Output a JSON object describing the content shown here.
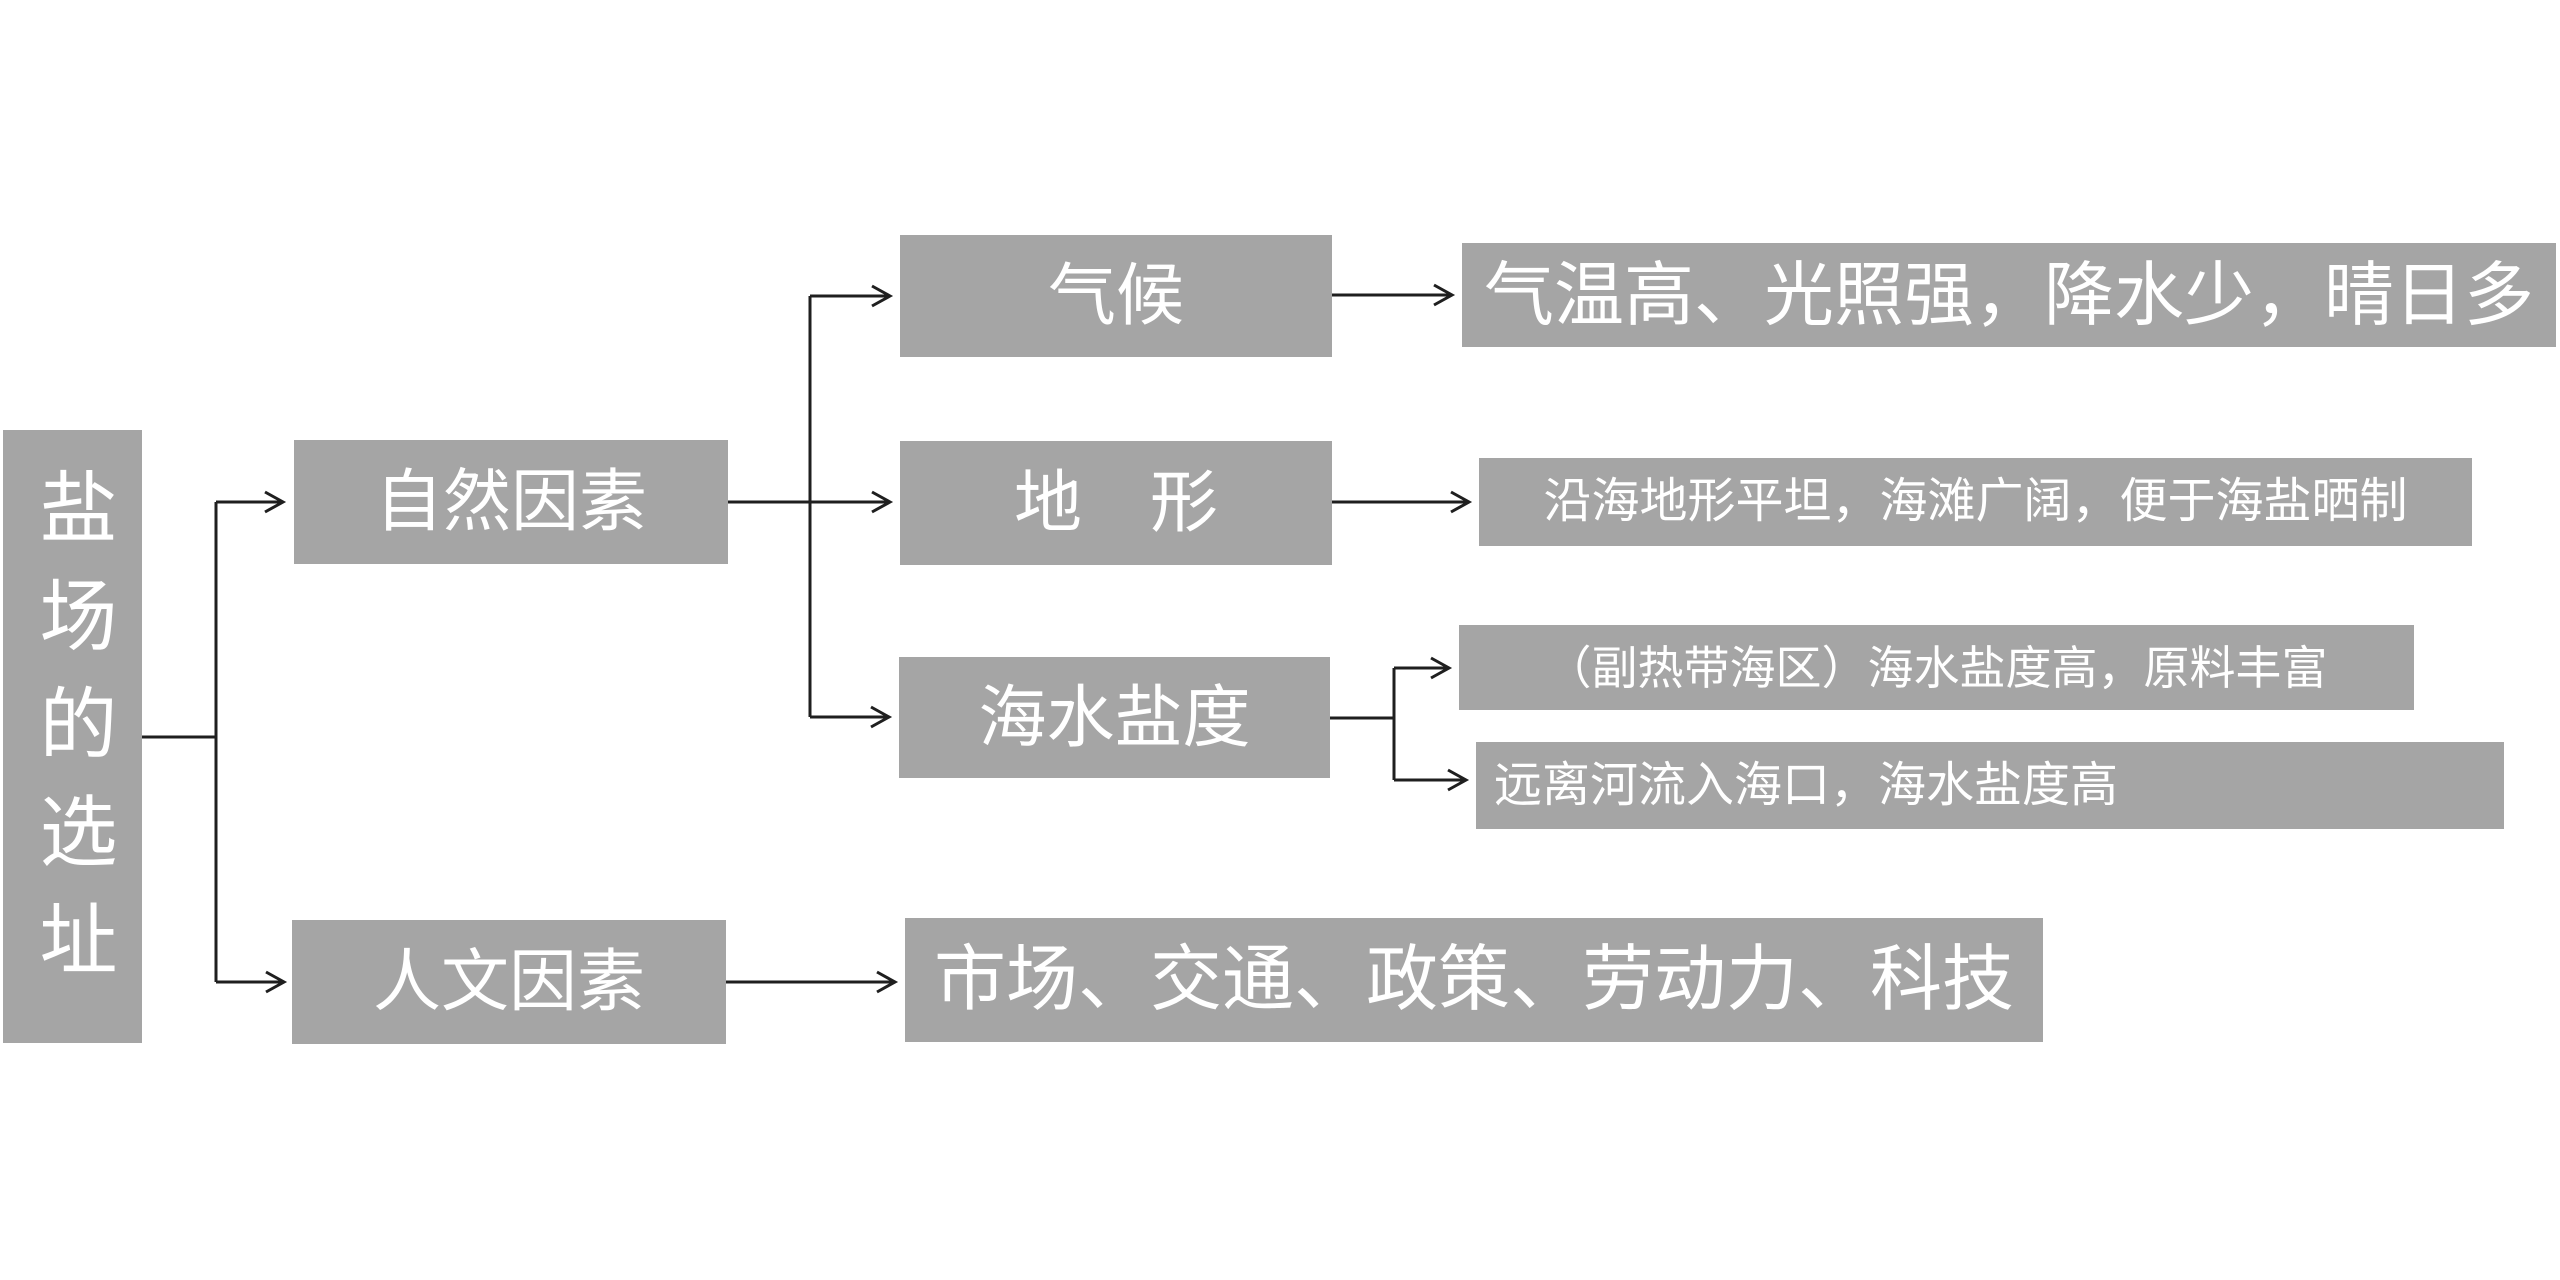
{
  "diagram": {
    "root": {
      "label": "盐场的选址"
    },
    "level1": [
      {
        "label": "自然因素"
      },
      {
        "label": "人文因素"
      }
    ],
    "level2": [
      {
        "label": "气候"
      },
      {
        "label": "地　形"
      },
      {
        "label": "海水盐度"
      }
    ],
    "details": [
      {
        "label": "气温高、光照强，降水少，晴日多"
      },
      {
        "label": "沿海地形平坦，海滩广阔，便于海盐晒制"
      },
      {
        "label": "（副热带海区）海水盐度高，原料丰富"
      },
      {
        "label": "远离河流入海口，海水盐度高"
      },
      {
        "label": "市场、交通、政策、劳动力、科技"
      }
    ],
    "colors": {
      "box": "#a5a5a5",
      "text": "#ffffff",
      "line": "#1f1f1f",
      "background": "#ffffff"
    }
  }
}
